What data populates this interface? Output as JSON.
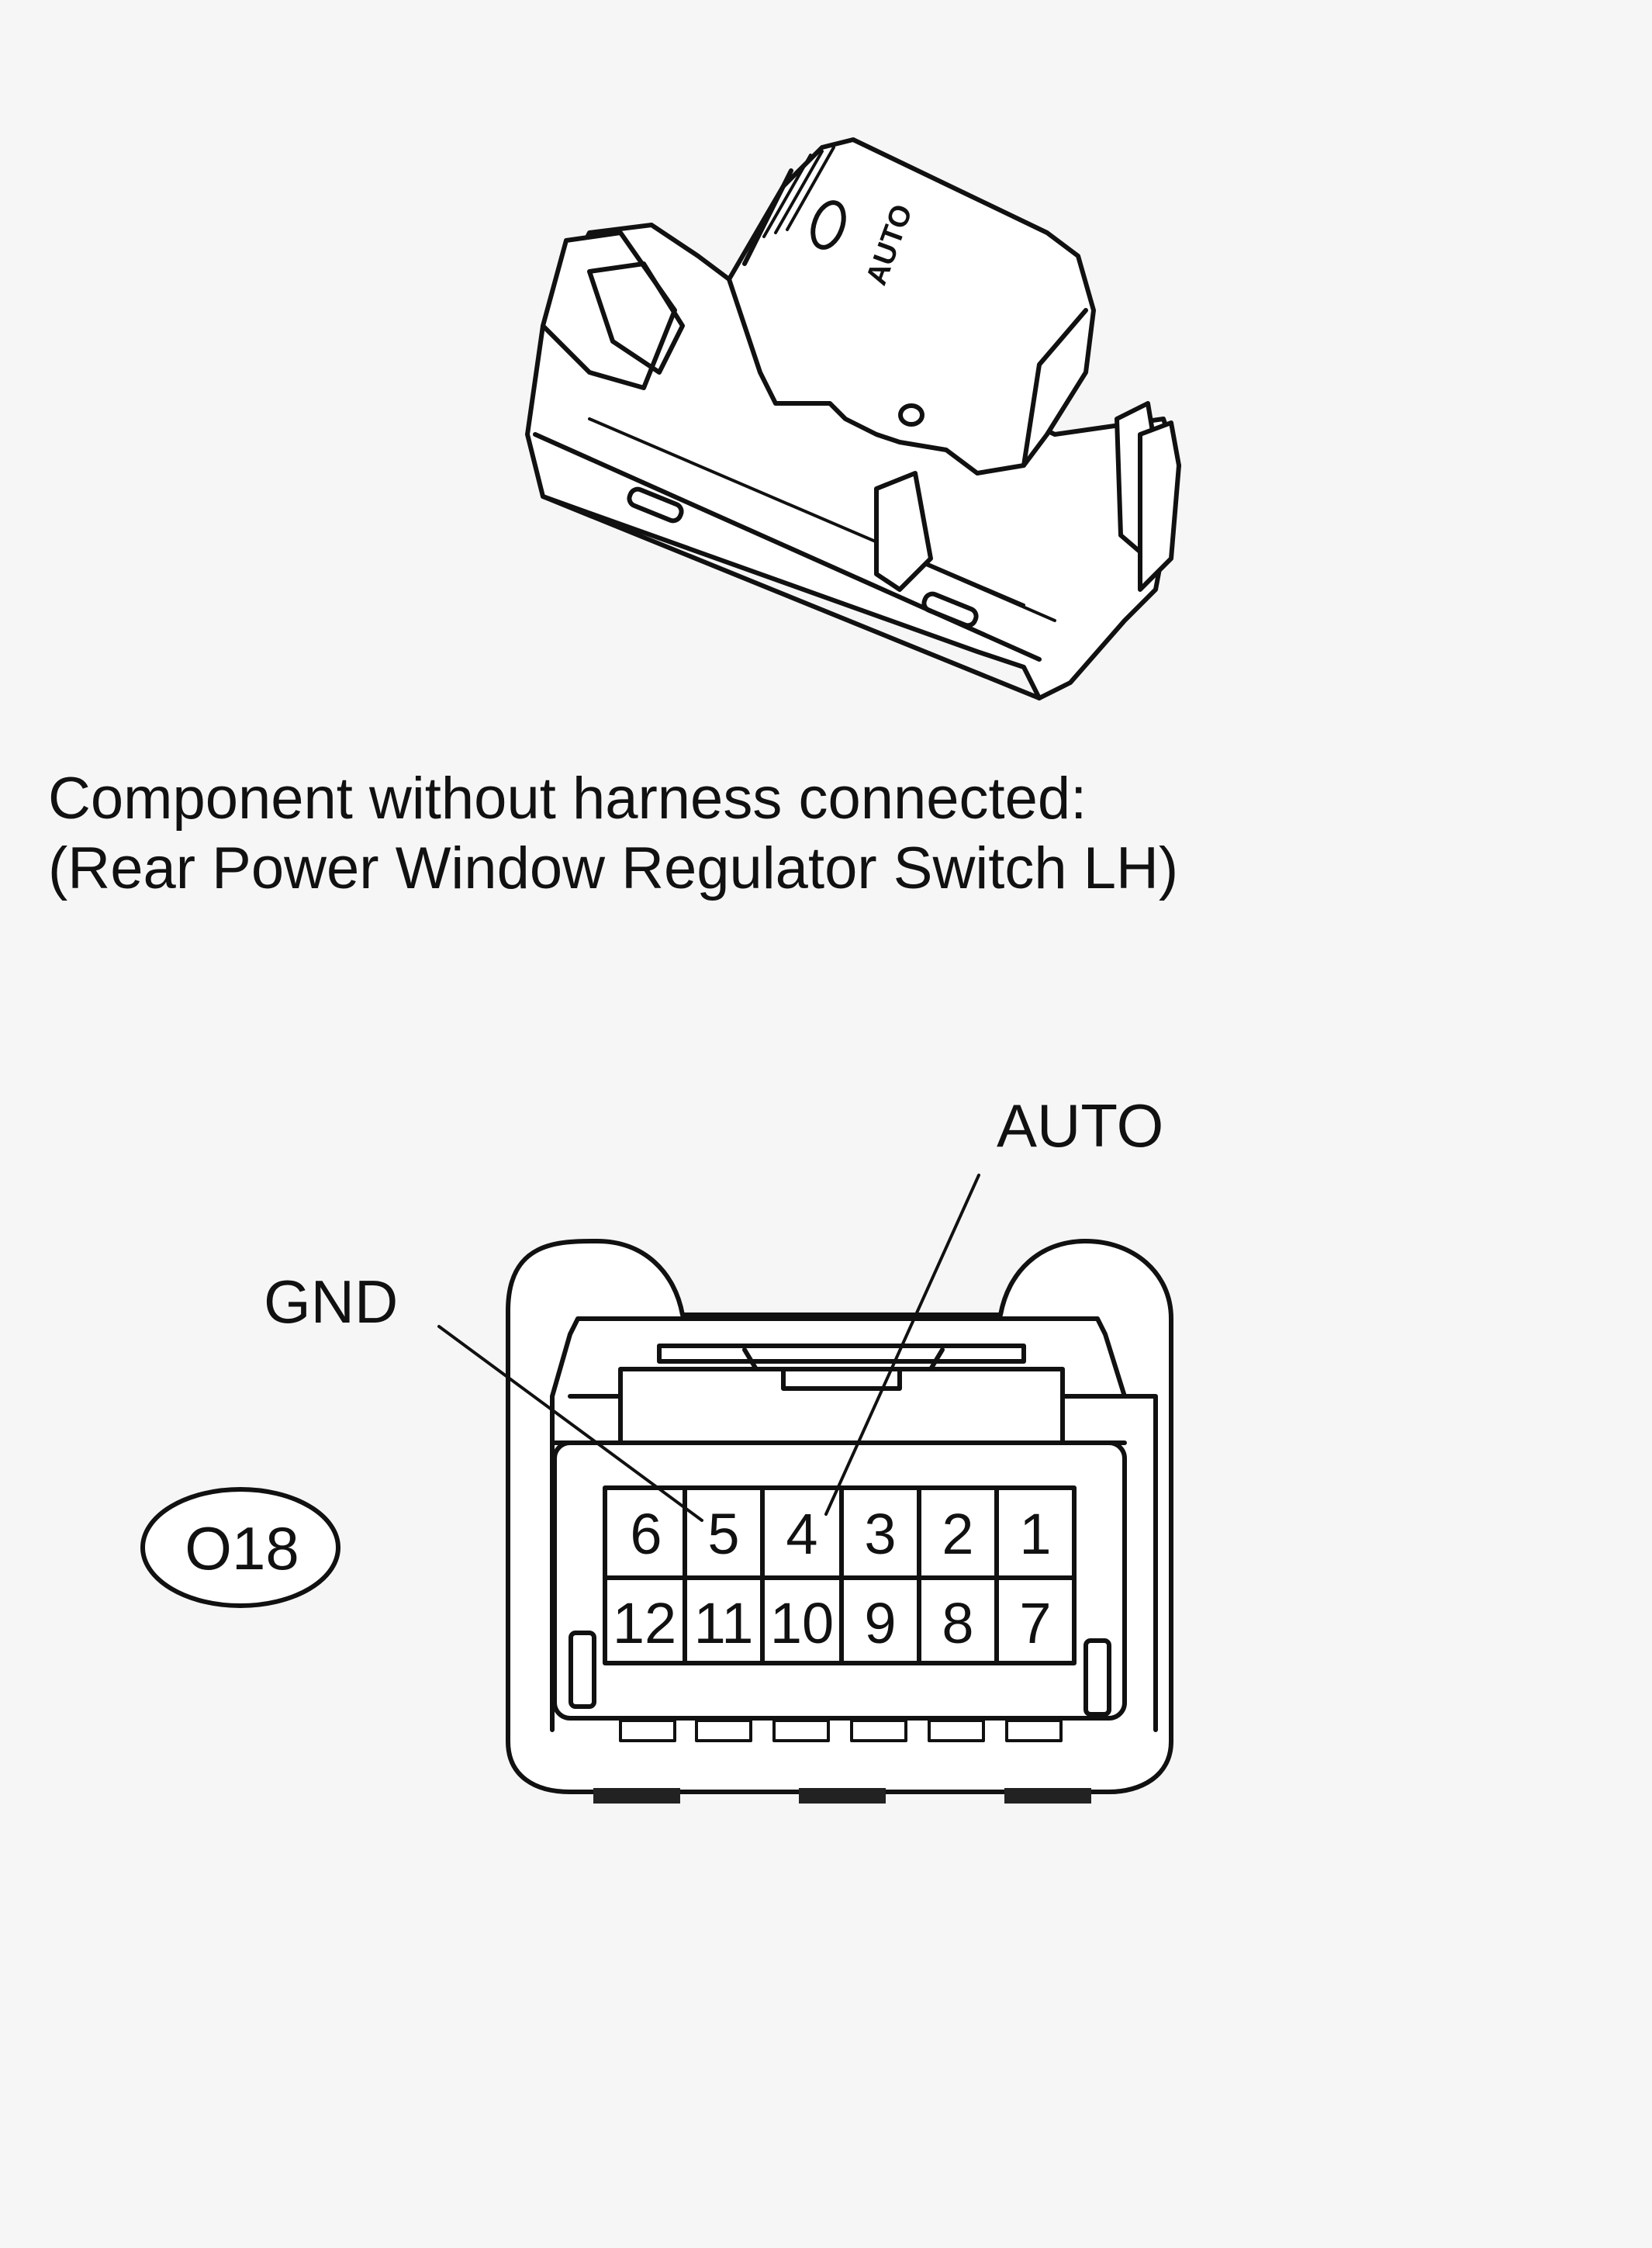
{
  "switch_label": "AUTO",
  "caption": {
    "line1": "Component without harness connected:",
    "line2": "(Rear Power Window Regulator Switch LH)"
  },
  "callouts": {
    "auto": "AUTO",
    "gnd": "GND"
  },
  "connector_id": "O18",
  "pins": {
    "top_row": [
      "6",
      "5",
      "4",
      "3",
      "2",
      "1"
    ],
    "bottom_row": [
      "12",
      "11",
      "10",
      "9",
      "8",
      "7"
    ]
  }
}
